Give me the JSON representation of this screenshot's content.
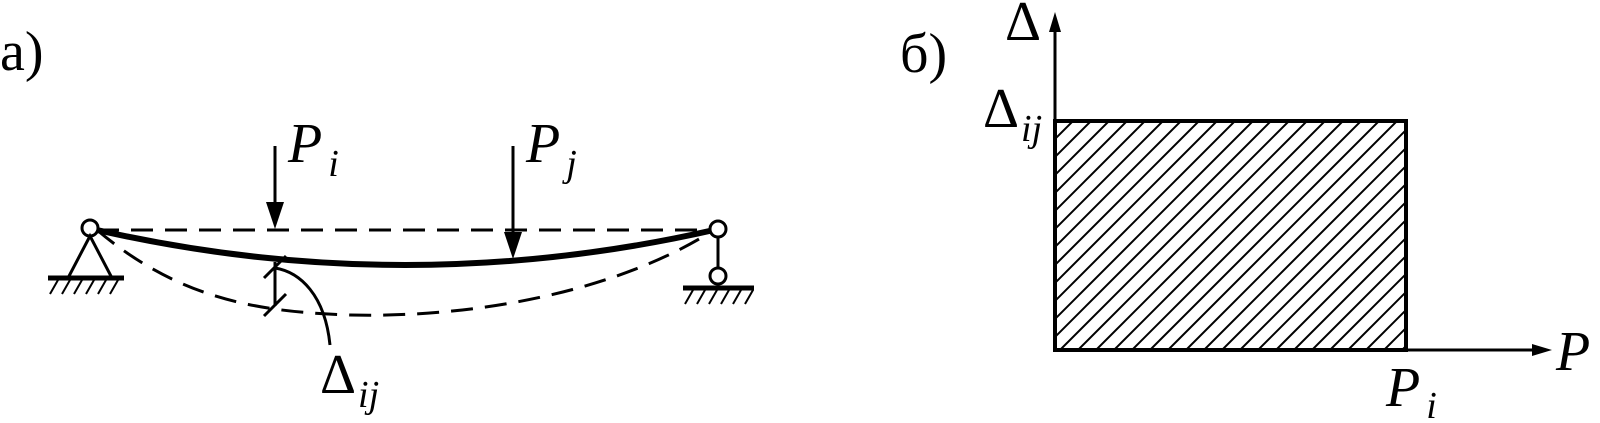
{
  "panel_a": {
    "label": "а)",
    "load_i": {
      "symbol": "P",
      "index": "i"
    },
    "load_j": {
      "symbol": "P",
      "index": "j"
    },
    "deflection": {
      "symbol": "Δ",
      "index": "ij"
    }
  },
  "panel_b": {
    "label": "б)",
    "y_axis": {
      "symbol": "Δ"
    },
    "x_axis": {
      "symbol": "P"
    },
    "y_mark": {
      "symbol": "Δ",
      "index": "ij"
    },
    "x_mark": {
      "symbol": "P",
      "index": "i"
    }
  },
  "colors": {
    "ink": "#000000",
    "background": "#ffffff"
  }
}
